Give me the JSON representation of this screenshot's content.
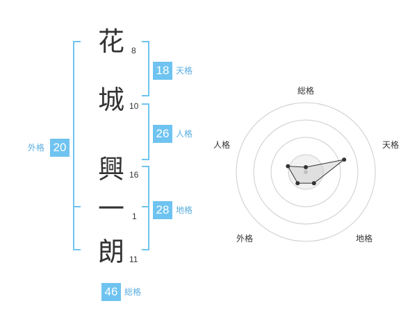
{
  "name_chars": [
    {
      "char": "花",
      "strokes": "8"
    },
    {
      "char": "城",
      "strokes": "10"
    },
    {
      "char": "興",
      "strokes": "16"
    },
    {
      "char": "一",
      "strokes": "1"
    },
    {
      "char": "朗",
      "strokes": "11"
    }
  ],
  "fortunes": {
    "tenkaku": {
      "value": "18",
      "label": "天格"
    },
    "jinkaku": {
      "value": "26",
      "label": "人格"
    },
    "chikaku": {
      "value": "28",
      "label": "地格"
    },
    "gaikaku": {
      "value": "20",
      "label": "外格"
    },
    "soukaku": {
      "value": "46",
      "label": "総格"
    }
  },
  "accent_color": "#6ec3f0",
  "radar": {
    "axes": [
      "総格",
      "天格",
      "地格",
      "外格",
      "人格"
    ],
    "ring_count": 4,
    "levels": [
      0.07,
      0.58,
      0.2,
      0.2,
      0.27
    ]
  }
}
